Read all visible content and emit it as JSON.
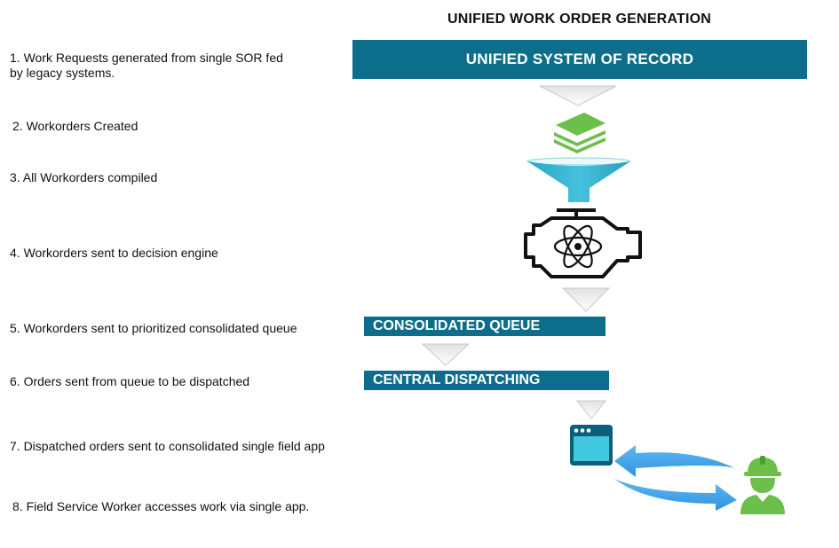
{
  "title": "UNIFIED WORK ORDER GENERATION",
  "steps": [
    "1. Work Requests generated from single SOR fed\n    by legacy systems.",
    "2. Workorders Created",
    "3. All Workorders compiled",
    "4. Workorders sent to decision engine",
    "5. Workorders sent to prioritized consolidated queue",
    "6. Orders sent from queue to be dispatched",
    "7. Dispatched orders sent to consolidated single field app",
    "8. Field Service Worker accesses work via single app."
  ],
  "bars": {
    "sor": "UNIFIED SYSTEM OF RECORD",
    "queue": "CONSOLIDATED QUEUE",
    "dispatch": "CENTRAL DISPATCHING"
  },
  "colors": {
    "bar": "#0d6e8c",
    "green": "#6dbf4b",
    "funnel": "#3ab4cf",
    "sync_arrows": "#3aa0ea",
    "app_window": "#0d5e7a",
    "app_screen": "#3fc8e0"
  },
  "icons": {
    "flow_arrows": "down-triangle-arrow-icon",
    "workorders": "stacked-layers-icon",
    "compile": "funnel-icon",
    "decision_engine": "engine-atom-icon",
    "field_app": "app-window-icon",
    "sync": "sync-arrows-icon",
    "worker": "field-worker-hardhat-icon"
  }
}
